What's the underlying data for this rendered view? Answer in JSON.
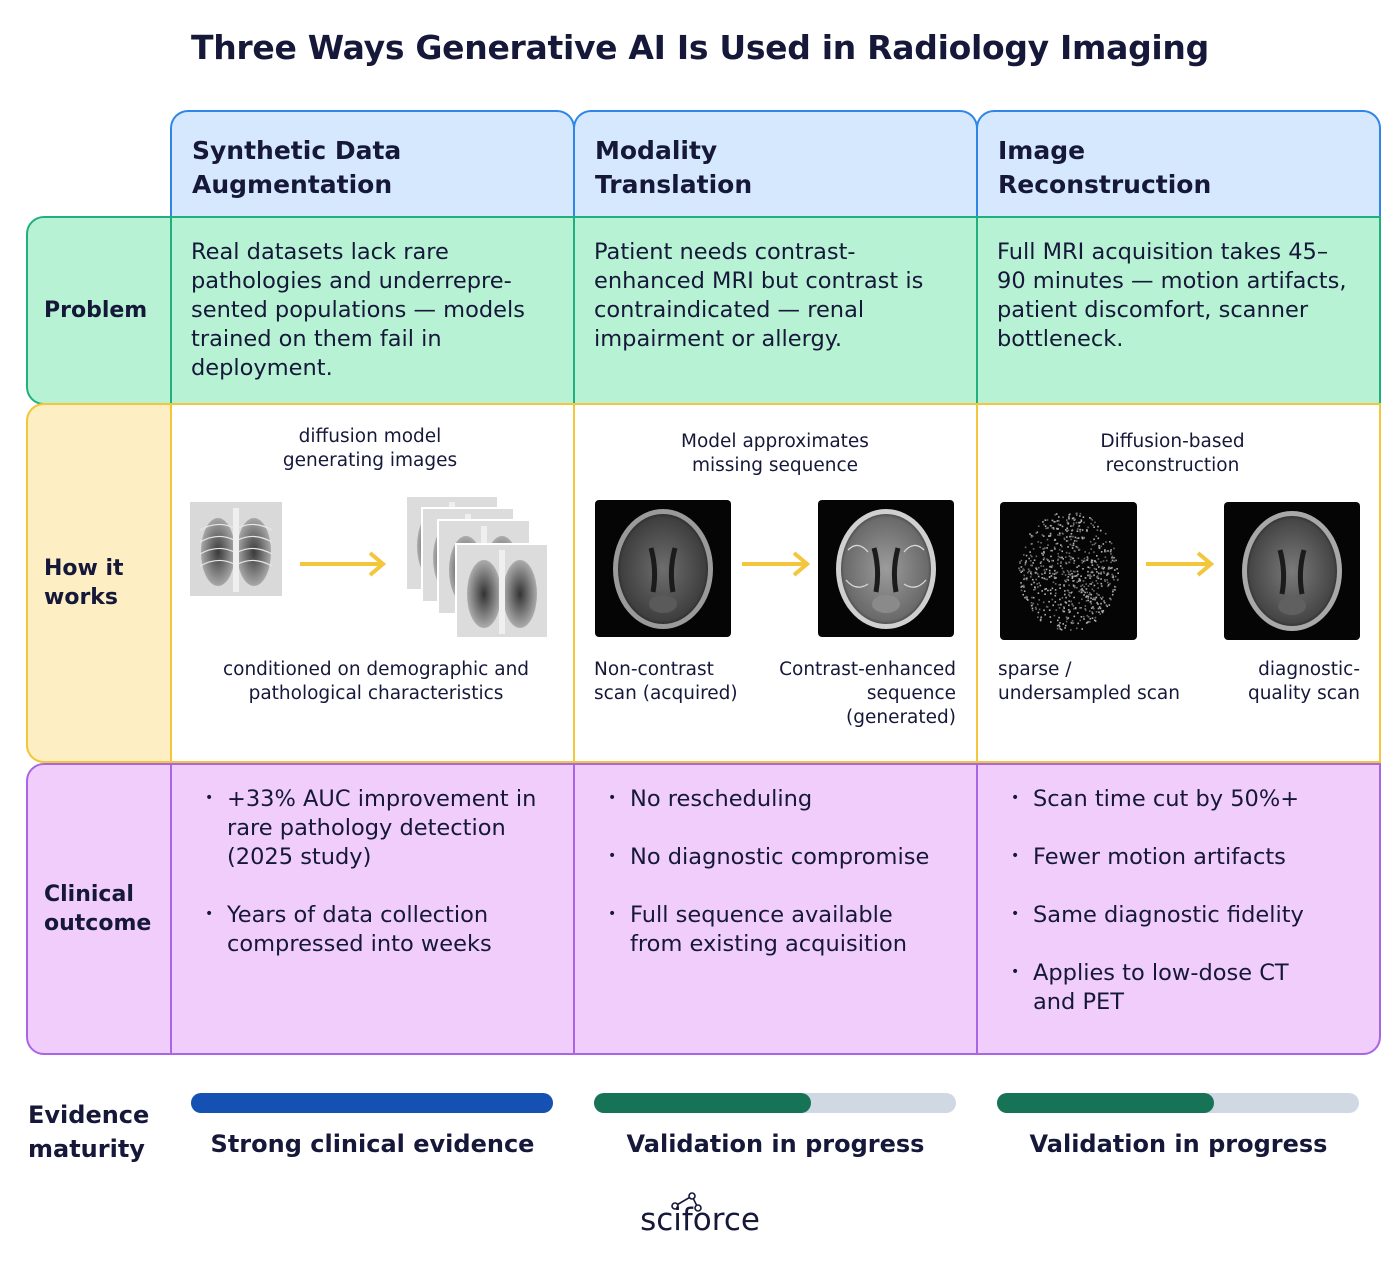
{
  "title": "Three Ways Generative AI Is Used in Radiology Imaging",
  "columns": [
    {
      "header": [
        "Synthetic Data",
        "Augmentation"
      ],
      "problem": [
        "Real datasets lack rare",
        "pathologies and underrepre-",
        "sented populations — models",
        "trained on them fail in",
        "deployment."
      ],
      "how_top": [
        "diffusion model",
        "generating images"
      ],
      "how_bottom": [
        "conditioned on demographic and",
        "pathological characteristics"
      ],
      "outcomes": [
        [
          "+33% AUC improvement in",
          "rare pathology detection",
          "(2025 study)"
        ],
        [
          " Years of data collection",
          "compressed into weeks"
        ]
      ],
      "evidence": {
        "label": "Strong clinical evidence",
        "level": 1.0,
        "color": "#1550b3"
      }
    },
    {
      "header": [
        "Modality",
        "Translation"
      ],
      "problem": [
        "Patient needs contrast-",
        "enhanced MRI but contrast is",
        "contraindicated — renal",
        "impairment or allergy."
      ],
      "how_top": [
        "Model approximates",
        "missing sequence"
      ],
      "how_left": [
        "Non-contrast",
        "scan (acquired)"
      ],
      "how_right": [
        "Contrast-enhanced",
        "sequence",
        "(generated)"
      ],
      "outcomes": [
        [
          "No rescheduling"
        ],
        [
          "No diagnostic compromise"
        ],
        [
          "Full sequence available",
          "from existing acquisition"
        ]
      ],
      "evidence": {
        "label": "Validation in progress",
        "level": 0.6,
        "color": "#167355"
      }
    },
    {
      "header": [
        "Image",
        "Reconstruction"
      ],
      "problem": [
        "Full MRI acquisition takes 45–",
        "90 minutes — motion artifacts,",
        "patient discomfort, scanner",
        "bottleneck."
      ],
      "how_top": [
        "Diffusion-based",
        "reconstruction"
      ],
      "how_left": [
        "sparse /",
        "undersampled scan"
      ],
      "how_right": [
        "diagnostic-",
        "quality scan"
      ],
      "outcomes": [
        [
          "Scan time cut by 50%+"
        ],
        [
          "Fewer motion artifacts"
        ],
        [
          "Same diagnostic fidelity"
        ],
        [
          "Applies to low-dose CT",
          "and PET"
        ]
      ],
      "evidence": {
        "label": "Validation in progress",
        "level": 0.6,
        "color": "#167355"
      }
    }
  ],
  "row_labels": {
    "problem": [
      "Problem"
    ],
    "how": [
      "How it",
      "works"
    ],
    "outcome": [
      "Clinical",
      "outcome"
    ],
    "evidence": [
      "Evidence",
      "maturity"
    ]
  },
  "logo_text": "sciforce",
  "colors": {
    "header_bg": "#d5e8fd",
    "header_border": "#2f86e8",
    "problem_bg": "#b8f2d4",
    "problem_border": "#1fb07e",
    "how_bg": "#fdeec4",
    "how_border": "#f3c63c",
    "outcome_bg": "#f0cdfb",
    "outcome_border": "#a866e6",
    "arrow": "#f3c63c",
    "bar_track": "#cfd8e3"
  }
}
